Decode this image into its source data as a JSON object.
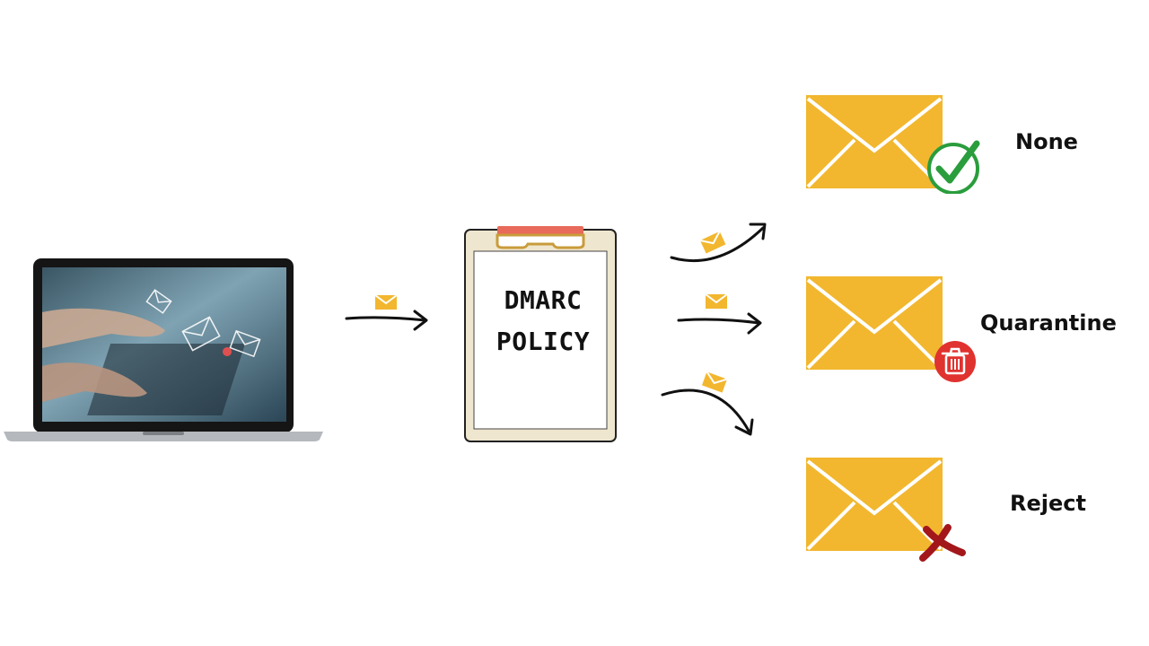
{
  "policy": {
    "line1": "DMARC",
    "line2": "POLICY"
  },
  "outcomes": [
    {
      "label": "None",
      "icon": "check-icon"
    },
    {
      "label": "Quarantine",
      "icon": "trash-icon"
    },
    {
      "label": "Reject",
      "icon": "x-icon"
    }
  ],
  "colors": {
    "envelope": "#f2b72f",
    "check": "#2a9d3d",
    "trash_badge": "#e0322f",
    "reject_x": "#a3171b",
    "clipboard_board": "#efe6cf",
    "clipboard_clip": "#e86a5a"
  }
}
